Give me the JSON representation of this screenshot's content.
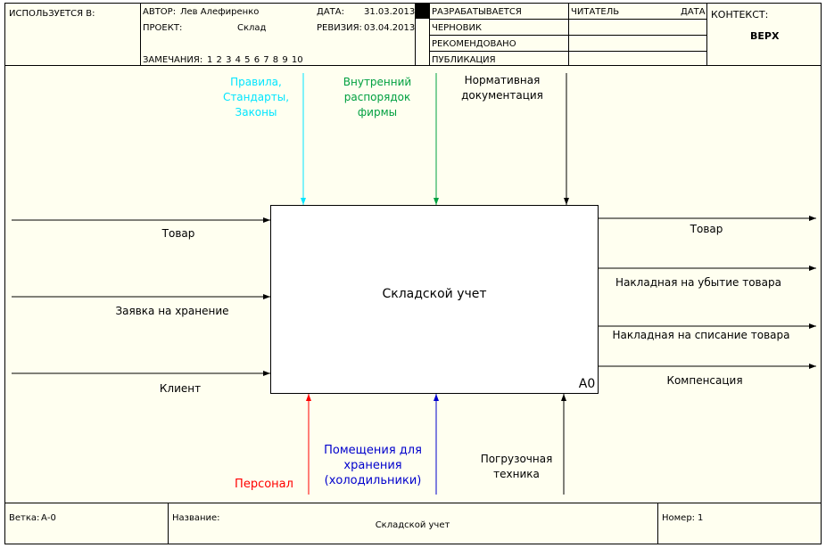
{
  "header": {
    "used_in_label": "ИСПОЛЬЗУЕТСЯ В:",
    "author_label": "АВТОР:",
    "author_value": "Лев Алефиренко",
    "project_label": "ПРОЕКТ:",
    "project_value": "Склад",
    "date_label": "ДАТА:",
    "date_value": "31.03.2013",
    "revision_label": "РЕВИЗИЯ:",
    "revision_value": "03.04.2013",
    "notes_label": "ЗАМЕЧАНИЯ:",
    "notes_values": "1 2 3 4 5 6 7 8 9 10",
    "status_rows": [
      "РАЗРАБАТЫВАЕТСЯ",
      "ЧЕРНОВИК",
      "РЕКОМЕНДОВАНО",
      "ПУБЛИКАЦИЯ"
    ],
    "reader_label": "ЧИТАТЕЛЬ",
    "reader_date_label": "ДАТА",
    "context_label": "КОНТЕКСТ:",
    "context_value": "ВЕРХ"
  },
  "diagram": {
    "activity_name": "Складской учет",
    "activity_id": "A0",
    "controls": [
      {
        "text": "Правила,\nСтандарты,\nЗаконы",
        "color": "#00e5ff"
      },
      {
        "text": "Внутренний\nраспорядок\nфирмы",
        "color": "#00a040"
      },
      {
        "text": "Нормативная\nдокументация",
        "color": "#000000"
      }
    ],
    "inputs": [
      "Товар",
      "Заявка на хранение",
      "Клиент"
    ],
    "outputs": [
      "Товар",
      "Накладная на убытие товара",
      "Накладная на списание товара",
      "Компенсация"
    ],
    "mechanisms": [
      {
        "text": "Персонал",
        "color": "#ff0000"
      },
      {
        "text": "Помещения для\nхранения\n(холодильники)",
        "color": "#0000cc"
      },
      {
        "text": "Погрузочная\nтехника",
        "color": "#000000"
      }
    ]
  },
  "footer": {
    "node_label": "Ветка:",
    "node_value": "А-0",
    "title_label": "Название:",
    "title_value": "Складской учет",
    "number_label": "Номер:",
    "number_value": "1"
  }
}
